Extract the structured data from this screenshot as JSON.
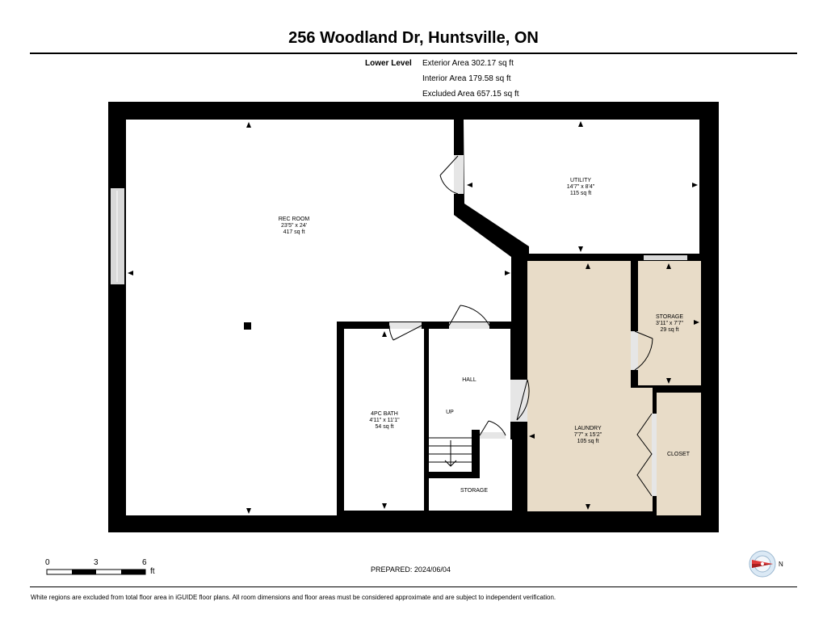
{
  "header": {
    "address": "256 Woodland Dr, Huntsville, ON",
    "level": "Lower Level",
    "exterior_area": "Exterior Area 302.17 sq ft",
    "interior_area": "Interior Area 179.58 sq ft",
    "excluded_area": "Excluded Area 657.15 sq ft"
  },
  "rooms": {
    "rec_room": {
      "name": "REC ROOM",
      "dims": "23'5\" x 24'",
      "area": "417 sq ft"
    },
    "utility": {
      "name": "UTILITY",
      "dims": "14'7\" x 8'4\"",
      "area": "115 sq ft"
    },
    "storage_right": {
      "name": "STORAGE",
      "dims": "3'11\" x 7'7\"",
      "area": "29 sq ft"
    },
    "bath": {
      "name": "4PC BATH",
      "dims": "4'11\" x 11'1\"",
      "area": "54 sq ft"
    },
    "hall": {
      "name": "HALL"
    },
    "stairs": {
      "name": "UP"
    },
    "storage_under": {
      "name": "STORAGE"
    },
    "laundry": {
      "name": "LAUNDRY",
      "dims": "7'7\" x 15'2\"",
      "area": "105 sq ft"
    },
    "closet": {
      "name": "CLOSET"
    }
  },
  "colors": {
    "wall": "#000000",
    "finished_fill": "#e8dcc8",
    "unfinished_fill": "#ffffff",
    "window": "#d9d9d9"
  },
  "scale": {
    "tick_0": "0",
    "tick_3": "3",
    "tick_6": "6",
    "unit": "ft"
  },
  "prepared": "PREPARED:  2024/06/04",
  "compass": {
    "label": "N",
    "icon": "compass-icon"
  },
  "footnote": "White regions are excluded from total floor area in iGUIDE floor plans. All room dimensions and floor areas must be considered approximate and are subject to independent verification."
}
